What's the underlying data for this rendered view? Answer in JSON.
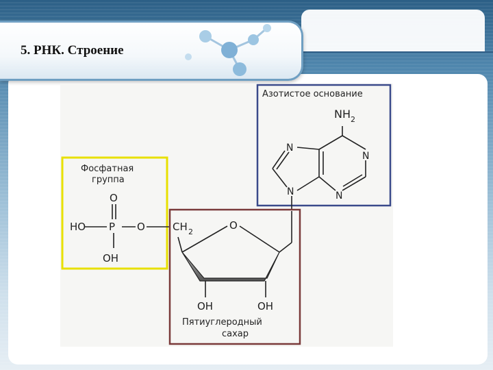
{
  "slide": {
    "title": "5. РНК. Строение"
  },
  "diagram": {
    "nitrogen_base": {
      "label": "Азотистое основание",
      "atoms": {
        "nh2_n": "NH",
        "nh2_sub": "2",
        "n7": "N",
        "n1": "N",
        "n3": "N",
        "n9": "N"
      },
      "frame_color": "#3a4a8a"
    },
    "phosphate": {
      "label_line1": "Фосфатная",
      "label_line2": "группа",
      "atoms": {
        "o_top": "O",
        "ho": "HO",
        "p": "P",
        "o_ester": "O",
        "oh_bottom": "OH"
      },
      "frame_color": "#e8e000"
    },
    "sugar": {
      "label_line1": "Пятиуглеродный",
      "label_line2": "сахар",
      "atoms": {
        "ch2": "CH",
        "ch2_sub": "2",
        "ring_o": "O",
        "oh_left": "OH",
        "oh_right": "OH"
      },
      "frame_color": "#7a3a3a"
    }
  }
}
